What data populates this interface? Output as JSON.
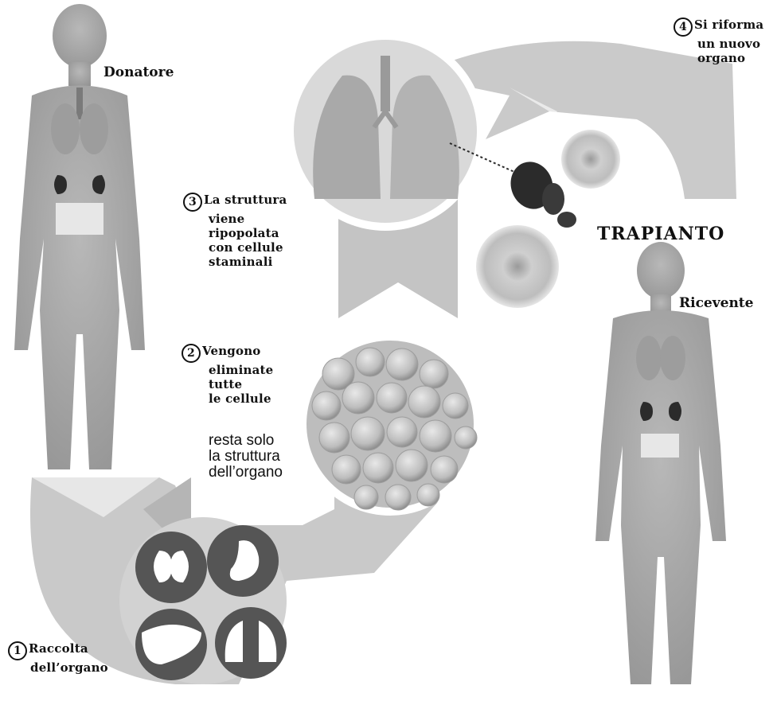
{
  "labels": {
    "donor": "Donatore",
    "recipient": "Ricevente",
    "transplant": "TRAPIANTO"
  },
  "steps": [
    {
      "number": "1",
      "lines": [
        "Raccolta",
        "dell’organo"
      ]
    },
    {
      "number": "2",
      "lines": [
        "Vengono",
        "eliminate",
        "tutte",
        "le cellule"
      ],
      "note_lines": [
        "resta solo",
        "la struttura",
        "dell’organo"
      ]
    },
    {
      "number": "3",
      "lines": [
        "La struttura",
        "viene",
        "ripopolata",
        "con cellule",
        "staminali"
      ]
    },
    {
      "number": "4",
      "lines": [
        "Si riforma",
        "un nuovo",
        "organo"
      ]
    }
  ],
  "colors": {
    "band": "#c9c9c9",
    "body": "#a3a3a3",
    "organ_dark": "#2b2b2b",
    "circle_ring": "#ffffff"
  },
  "icons": [
    "kidneys-icon",
    "stomach-icon",
    "liver-icon",
    "lungs-icon"
  ]
}
